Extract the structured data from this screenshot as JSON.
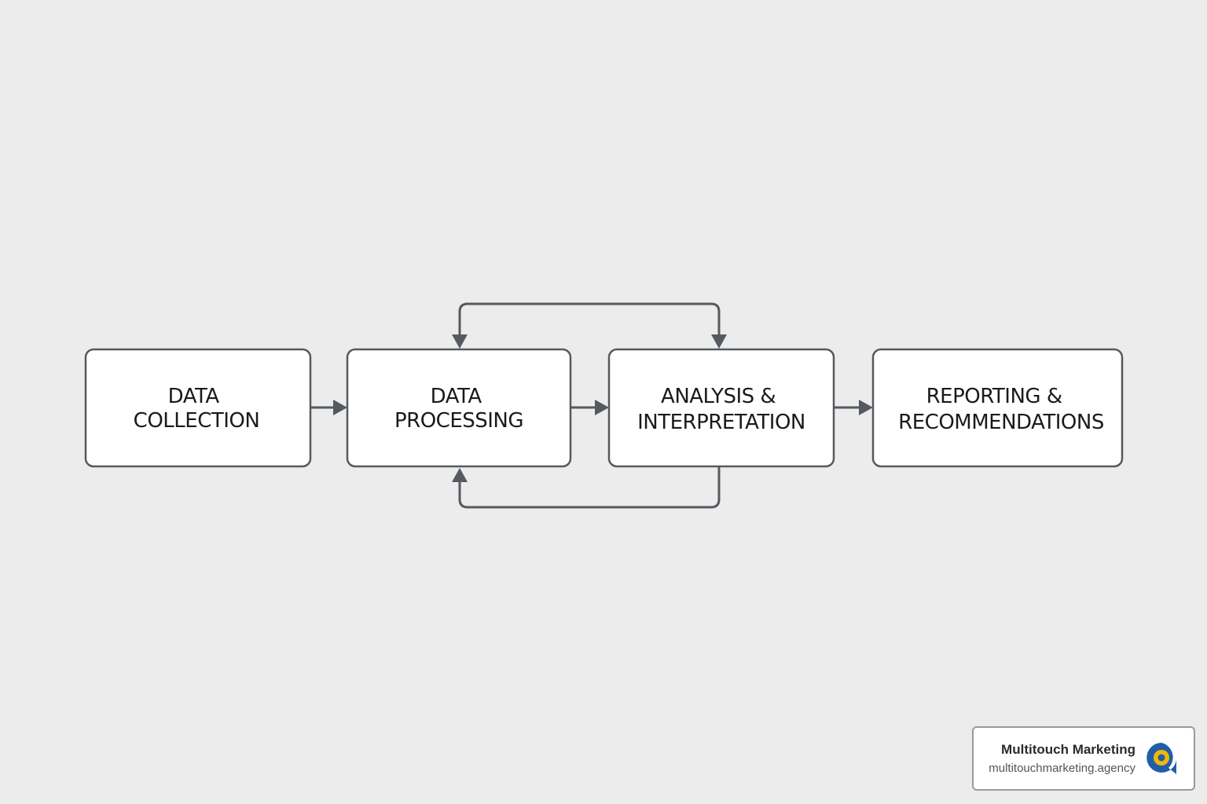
{
  "diagram": {
    "boxes": [
      {
        "id": "data-collection",
        "lines": [
          "DATA",
          "COLLECTION"
        ]
      },
      {
        "id": "data-processing",
        "lines": [
          "DATA",
          "PROCESSING"
        ]
      },
      {
        "id": "analysis-interpretation",
        "lines": [
          "ANALYSIS &",
          "INTERPRETATION"
        ]
      },
      {
        "id": "reporting-recommendations",
        "lines": [
          "REPORTING &",
          "RECOMMENDATIONS"
        ]
      }
    ],
    "edges": [
      {
        "from": "data-collection",
        "to": "data-processing"
      },
      {
        "from": "data-processing",
        "to": "analysis-interpretation"
      },
      {
        "from": "analysis-interpretation",
        "to": "reporting-recommendations"
      },
      {
        "from": "analysis-interpretation",
        "to": "data-processing",
        "route": "loop-top",
        "arrowheads": "both-ends"
      },
      {
        "from": "analysis-interpretation",
        "to": "data-processing",
        "route": "loop-bottom"
      }
    ]
  },
  "badge": {
    "name": "Multitouch Marketing",
    "url": "multitouchmarketing.agency",
    "logo_icon": "multitouch-logo-icon"
  },
  "colors": {
    "background": "#ececec",
    "box_fill": "#ffffff",
    "stroke": "#555a60",
    "text": "#1a1a1a",
    "logo_blue": "#1f5fa8",
    "logo_yellow": "#f2b705"
  }
}
